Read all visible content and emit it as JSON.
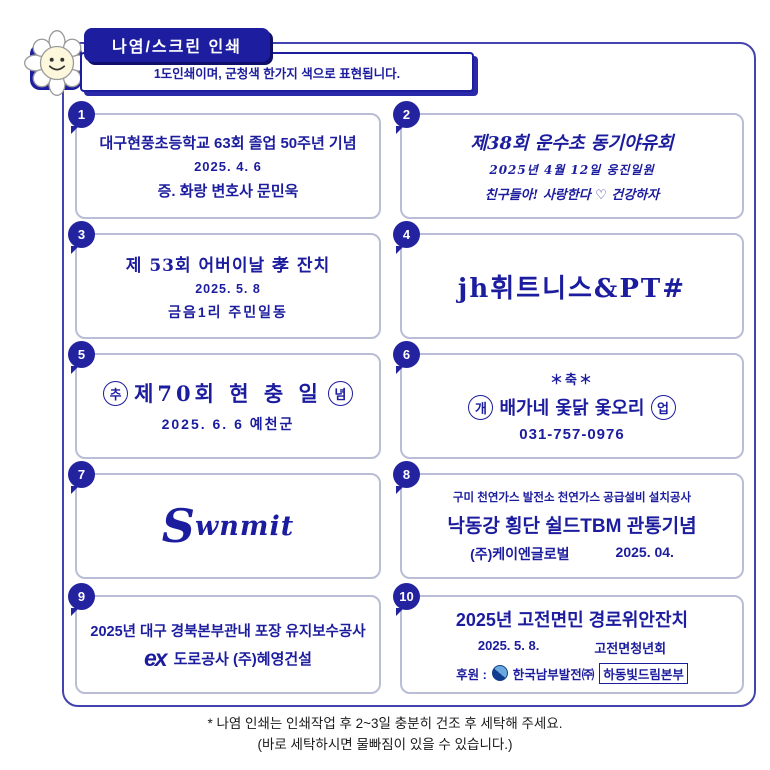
{
  "page": {
    "accent_color": "#1d1d9f",
    "ink_color": "#1c1c9e",
    "background": "#ffffff"
  },
  "header": {
    "title": "나염/스크린 인쇄",
    "subtitle": "1도인쇄이며, 군청색 한가지 색으로 표현됩니다."
  },
  "samples": [
    {
      "number": "1",
      "lines": [
        "대구현풍초등학교 63회 졸업 50주년 기념",
        "2025. 4. 6",
        "증. 화랑 변호사 문민욱"
      ]
    },
    {
      "number": "2",
      "lines": [
        "제38회 운수초 동기야유회",
        "2025년 4월 12일 웅진일원",
        "친구들아! 사랑한다 ♡ 건강하자"
      ]
    },
    {
      "number": "3",
      "lines": [
        "제 53회 어버이날 孝 잔치",
        "2025. 5. 8",
        "금음1리 주민일동"
      ]
    },
    {
      "number": "4",
      "lines": [
        "jh휘트니스&PT#"
      ]
    },
    {
      "number": "5",
      "circled_start": "추",
      "title": "제70회 현 충 일",
      "circled_end": "념",
      "lines": [
        "2025. 6. 6  예천군"
      ]
    },
    {
      "number": "6",
      "circled_start": "개",
      "circled_end": "업",
      "lines": [
        "＊축＊",
        "배가네 옻닭 옻오리",
        "031-757-0976"
      ]
    },
    {
      "number": "7",
      "logo_initial": "S",
      "logo_rest": "wnmit"
    },
    {
      "number": "8",
      "lines": [
        "구미 천연가스 발전소 천연가스 공급설비 설치공사",
        "낙동강 횡단 쉴드TBM 관통기념",
        "(주)케이엔글로벌",
        "2025. 04."
      ]
    },
    {
      "number": "9",
      "logo": "ex",
      "lines": [
        "2025년 대구 경북본부관내 포장 유지보수공사",
        "도로공사  (주)혜영건설"
      ]
    },
    {
      "number": "10",
      "lines": [
        "2025년 고전면민 경로위안잔치",
        "2025. 5. 8.",
        "고전면청년회",
        "후원 :",
        "한국남부발전㈜",
        "하동빛드림본부"
      ]
    }
  ],
  "footer": {
    "line1": "* 나염 인쇄는 인쇄작업 후 2~3일 충분히 건조 후 세탁해 주세요.",
    "line2": "(바로 세탁하시면 물빠짐이 있을 수 있습니다.)"
  }
}
